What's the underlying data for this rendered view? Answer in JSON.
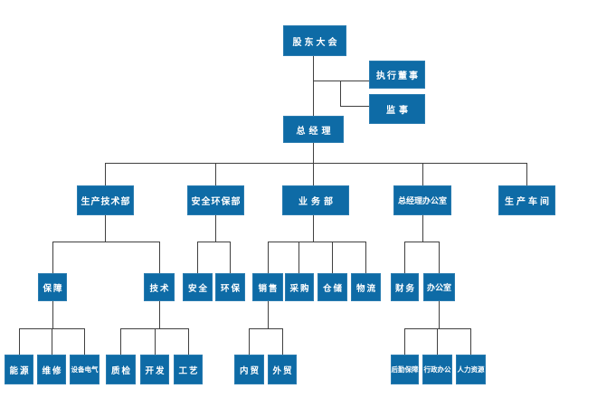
{
  "org_chart": {
    "nodes": {
      "shareholders_meeting": "股东大会",
      "executive_director": "执行董事",
      "supervisor": "监事",
      "general_manager": "总经理",
      "production_tech_dept": "生产技术部",
      "safety_env_dept": "安全环保部",
      "business_dept": "业务部",
      "gm_office": "总经理办公室",
      "production_workshop": "生产车间",
      "support": "保障",
      "technology": "技术",
      "safety": "安全",
      "environment": "环保",
      "sales": "销售",
      "purchasing": "采购",
      "warehousing": "仓储",
      "logistics": "物流",
      "finance": "财务",
      "office": "办公室",
      "energy": "能源",
      "maintenance": "维修",
      "equipment_electrical": "设备电气",
      "quality_inspection": "质检",
      "development": "开发",
      "process": "工艺",
      "domestic_trade": "内贸",
      "foreign_trade": "外贸",
      "logistics_support": "后勤保障",
      "admin_office": "行政办公",
      "human_resources": "人力资源"
    },
    "edges": [
      [
        "股东大会",
        "执行董事"
      ],
      [
        "股东大会",
        "监事"
      ],
      [
        "股东大会",
        "总经理"
      ],
      [
        "总经理",
        "生产技术部"
      ],
      [
        "总经理",
        "安全环保部"
      ],
      [
        "总经理",
        "业务部"
      ],
      [
        "总经理",
        "总经理办公室"
      ],
      [
        "总经理",
        "生产车间"
      ],
      [
        "生产技术部",
        "保障"
      ],
      [
        "生产技术部",
        "技术"
      ],
      [
        "安全环保部",
        "安全"
      ],
      [
        "安全环保部",
        "环保"
      ],
      [
        "业务部",
        "销售"
      ],
      [
        "业务部",
        "采购"
      ],
      [
        "业务部",
        "仓储"
      ],
      [
        "业务部",
        "物流"
      ],
      [
        "总经理办公室",
        "财务"
      ],
      [
        "总经理办公室",
        "办公室"
      ],
      [
        "保障",
        "能源"
      ],
      [
        "保障",
        "维修"
      ],
      [
        "保障",
        "设备电气"
      ],
      [
        "技术",
        "质检"
      ],
      [
        "技术",
        "开发"
      ],
      [
        "技术",
        "工艺"
      ],
      [
        "销售",
        "内贸"
      ],
      [
        "销售",
        "外贸"
      ],
      [
        "办公室",
        "后勤保障"
      ],
      [
        "办公室",
        "行政办公"
      ],
      [
        "办公室",
        "人力资源"
      ]
    ],
    "colors": {
      "node_fill": "#0E6BA6",
      "node_text": "#FFFFFF",
      "connector": "#404040",
      "background": "#FFFFFF"
    }
  }
}
